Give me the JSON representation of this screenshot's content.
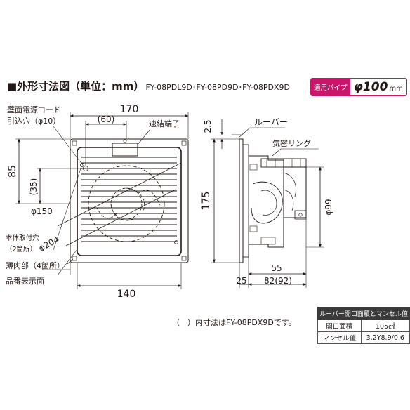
{
  "header": {
    "title": "■外形寸法図（単位：mm）",
    "models": "FY-08PDL9D･FY-08PD9D･FY-08PDX9D"
  },
  "pipe_badge": {
    "label": "適用パイプ",
    "value": "φ100",
    "unit": "mm"
  },
  "front_view": {
    "dim_width_top": "170",
    "dim_cord_offset": "(60)",
    "dim_height_left": "85",
    "dim_height_small": "(35)",
    "dim_circle": "φ150",
    "dim_diagonal": "φ204",
    "dim_width_bottom": "140",
    "label_terminal": "速結端子",
    "label_cord_line1": "壁面電源コード",
    "label_cord_line2": "引込穴（φ10）",
    "label_mount_line1": "本体取付穴",
    "label_mount_line2": "（2箇所）",
    "label_thin": "薄肉部（4箇所）",
    "label_model_plate": "品番表示面"
  },
  "side_view": {
    "dim_louver_thickness": "2.5",
    "label_louver": "ルーバー",
    "label_seal_ring": "気密リング",
    "dim_height": "175",
    "dim_pipe": "φ99",
    "dim_depth_55": "55",
    "dim_depth_25": "25",
    "dim_depth_82": "82(92)"
  },
  "note": "（　）内寸法はFY-08PDX9Dです。",
  "spec_table": {
    "header": "ルーバー開口面積とマンセル値",
    "rows": [
      {
        "label": "開口面積",
        "value": "105㎠"
      },
      {
        "label": "マンセル値",
        "value": "3.2Y8.9/0.6"
      }
    ]
  }
}
